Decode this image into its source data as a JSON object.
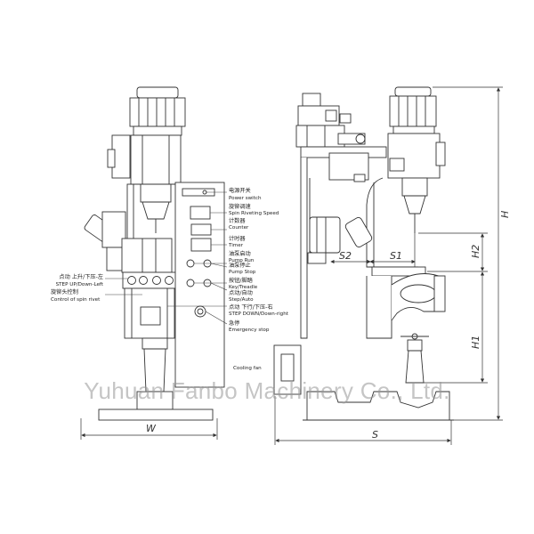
{
  "panel_labels": {
    "power_switch_zh": "电源开关",
    "power_switch_en": "Power switch",
    "spin_speed_zh": "旋铆调速",
    "spin_speed_en": "Spin Riveting Speed",
    "counter_zh": "计数器",
    "counter_en": "Counter",
    "timer_zh": "计时器",
    "timer_en": "Timer",
    "pump_run_zh": "油泵启动",
    "pump_run_en": "Pump Run",
    "pump_stop_zh": "油泵停止",
    "pump_stop_en": "Pump Stop",
    "key_treadle_zh": "按钮/脚踏",
    "key_treadle_en": "Key/Treadle",
    "step_auto_zh": "点动/自动",
    "step_auto_en": "Step/Auto",
    "step_down_zh": "点动 下行/下压-右",
    "step_down_en": "STEP DOWN/Down-right",
    "emergency_zh": "急停",
    "emergency_en": "Emergency stop",
    "cooling_fan": "Cooling fan"
  },
  "left_labels": {
    "step_up_zh": "点动 上升/下压-左",
    "step_up_en": "STEP UP/Down-Left",
    "spin_control_zh": "旋铆头控制",
    "spin_control_en": "Control of spin rivet"
  },
  "dimensions": {
    "width": "W",
    "depth": "S",
    "s1": "S1",
    "s2": "S2",
    "height": "H",
    "h1": "H1",
    "h2": "H2"
  },
  "watermark": "Yuhuan Fanbo Machinery Co., Ltd."
}
